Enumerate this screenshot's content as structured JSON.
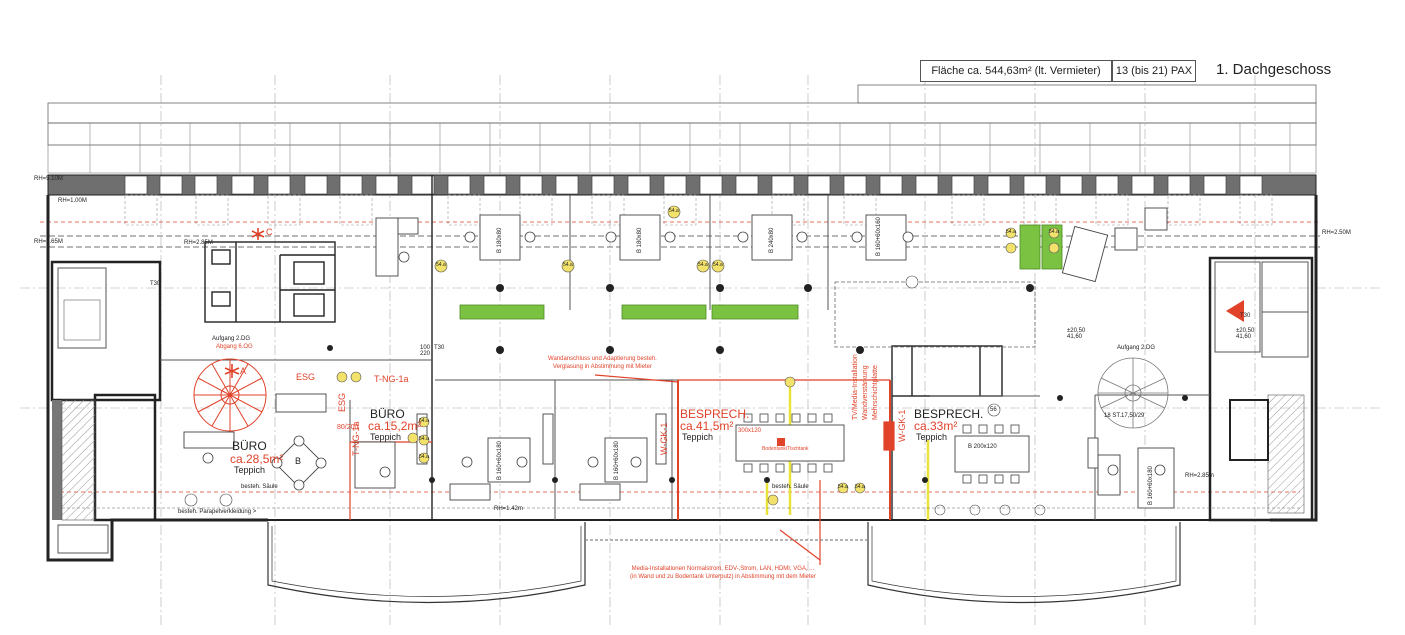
{
  "header": {
    "area": "Fläche ca. 544,63m² (lt. Vermieter)",
    "pax": "13 (bis 21) PAX",
    "floor": "1. Dachgeschoss"
  },
  "rooms": {
    "buero_large": {
      "name": "BÜRO",
      "area": "ca.28,5m²",
      "floor": "Teppich"
    },
    "buero_small": {
      "name": "BÜRO",
      "area": "ca.15,2m²",
      "floor": "Teppich"
    },
    "besprech_1": {
      "name": "BESPRECH.",
      "area": "ca.41,5m²",
      "floor": "Teppich"
    },
    "besprech_2": {
      "name": "BESPRECH.",
      "area": "ca.33m²",
      "floor": "Teppich"
    }
  },
  "labels": {
    "esg": "ESG",
    "esg_vertical": "ESG",
    "tng_1": "T-NG-1a",
    "tng_1_vertical": "T-NG-1a",
    "wgk_1": "W-GK-1",
    "wgk_2": "W-GK-1",
    "media_vertical_1": "TV/Media-Installation",
    "media_vertical_2": "Wandverstärkung",
    "media_vertical_3": "Mehrschichtplatte",
    "aufgang_left": "Aufgang 2.DG",
    "aufgang_left_sub": "Abgang 6.OG",
    "aufgang_right": "Aufgang 2.DG",
    "besteh_saeule_1": "besteh. Säule",
    "besteh_saeule_2": "besteh. Säule",
    "parapet": "besteh. Parapetverkleidung >",
    "bodentank": "Bodentank/Tischtank",
    "t30_left": "T30",
    "t30_right": "T30",
    "t30_mid": "T30",
    "dim_80_200": "80/200",
    "dim_100_220": "100\n220",
    "dim_300x120": "300x120",
    "b_200x120": "B 200x120",
    "stair_a": "A",
    "stair_b": "B",
    "stair_c": "C",
    "stair_spec": "18 ST.17,50/29",
    "level_1": "±20,50\n41,60",
    "level_2": "±20,50\n41,60",
    "rh_1": "RH=5.10M",
    "rh_2": "RH=1.00M",
    "rh_3": "RH=2.65M",
    "rh_4": "RH=2.50M",
    "rh_5": "RH=2.85M",
    "rh_6": "RH=1.42m",
    "rh_7": "RH=2.85m"
  },
  "notes": {
    "wall_connection": "Wandanschluss und Adaptierung besteh.\nVerglasung in Abstimmung mit Mieter",
    "media": "Media-Installationen Normalstrom, EDV-,Strom, LAN, HDMI, VGA, ...\n(in Wand und zu Bodentank Unterputz) in Abstimmung mit dem Mieter"
  },
  "desks": {
    "d1": "B 180x80",
    "d2": "B 180x80",
    "d3": "B 240x80",
    "d4": "B 160+60x160",
    "d5": "B 160+60x180",
    "d6": "B 160+60x180",
    "d7": "B 160+60x180"
  },
  "markers": {
    "m1": "54.a",
    "m2": "54.a",
    "m3": "54.a",
    "m4": "54.a",
    "m5": "54.a",
    "m6": "54.a",
    "m7": "54.a",
    "m8": "54.a",
    "m9": "54.a",
    "m10": "54.a",
    "m11": "54.a",
    "m12": "54.a",
    "m13": "56"
  },
  "colors": {
    "wall": "#222222",
    "accent_red": "#e0422a",
    "plant_green": "#7cc242",
    "marker_yellow": "#f2e16b",
    "glass_yellow": "#e8e23a"
  }
}
